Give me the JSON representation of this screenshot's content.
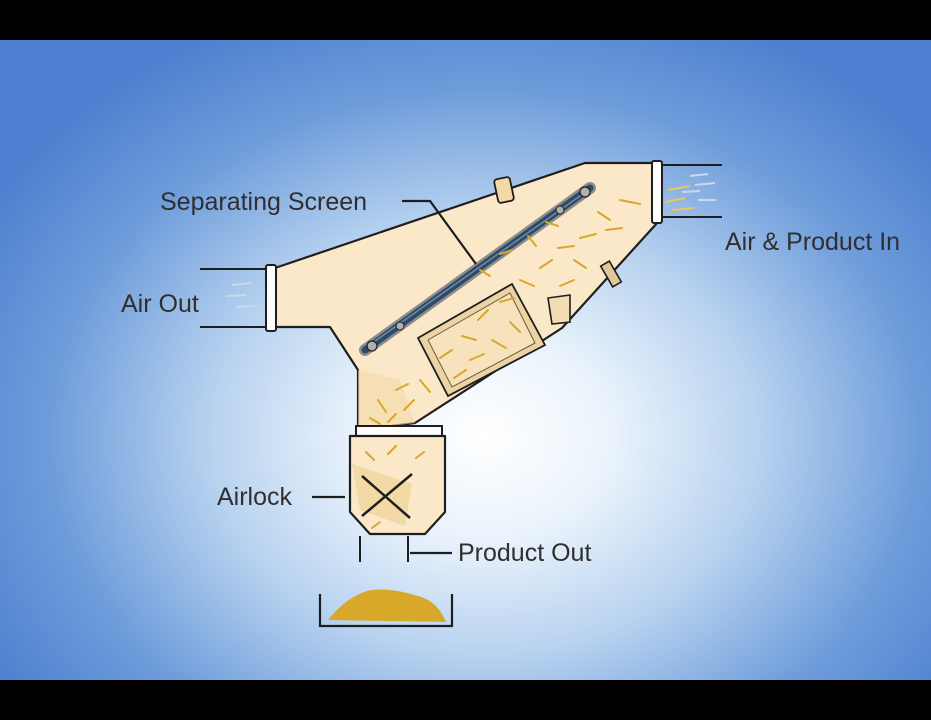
{
  "labels": {
    "separating_screen": "Separating Screen",
    "air_product_in": "Air & Product In",
    "air_out": "Air Out",
    "airlock": "Airlock",
    "product_out": "Product Out"
  },
  "colors": {
    "body_fill": "#fae8c8",
    "outline": "#1e1e1e",
    "screen": "#2f4a66",
    "product": "#d8a82a",
    "background_edge": "#4c7fcf",
    "background_center": "#ffffff"
  }
}
